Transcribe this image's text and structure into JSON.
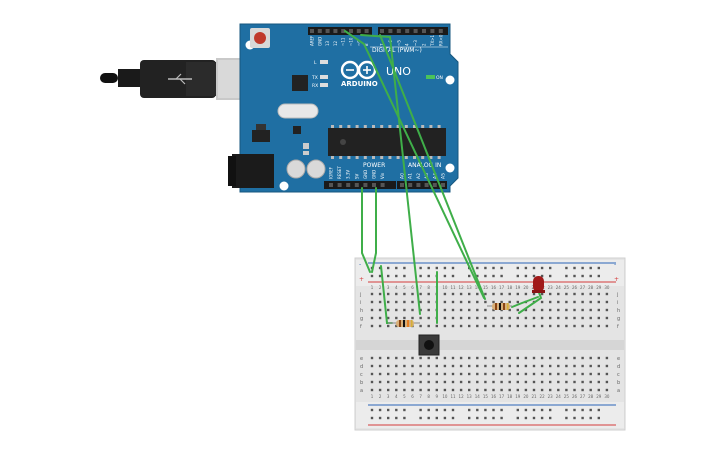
{
  "arduino": {
    "logo_text": "ARDUINO",
    "model": "UNO",
    "digital_label": "DIGITAL (PWM~)",
    "power_label": "POWER",
    "analog_label": "ANALOG IN",
    "on_label": "ON",
    "tx_label": "TX",
    "rx_label": "RX",
    "l_label": "L",
    "top_pins": [
      "AREF",
      "GND",
      "13",
      "12",
      "~11",
      "~10",
      "~9",
      "8",
      "7",
      "~6",
      "~5",
      "4",
      "~3",
      "2",
      "TX>1",
      "RX<0"
    ],
    "power_pins": [
      "IOREF",
      "RESET",
      "3.3V",
      "5V",
      "GND",
      "GND",
      "Vin"
    ],
    "analog_pins": [
      "A0",
      "A1",
      "A2",
      "A3",
      "A4",
      "A5"
    ]
  },
  "breadboard": {
    "row_letters_top": [
      "j",
      "i",
      "h",
      "g",
      "f"
    ],
    "row_letters_bottom": [
      "e",
      "d",
      "c",
      "b",
      "a"
    ],
    "columns": [
      "1",
      "2",
      "3",
      "4",
      "5",
      "6",
      "7",
      "8",
      "9",
      "10",
      "11",
      "12",
      "13",
      "14",
      "15",
      "16",
      "17",
      "18",
      "19",
      "20",
      "21",
      "22",
      "23",
      "24",
      "25",
      "26",
      "27",
      "28",
      "29",
      "30"
    ],
    "plus": "+",
    "minus": "-"
  },
  "colors": {
    "board": "#1f6fa3",
    "wire": "#3fae49",
    "led": "#a11a1a",
    "rail_red": "#d43c3c",
    "rail_blue": "#2a63b7"
  }
}
